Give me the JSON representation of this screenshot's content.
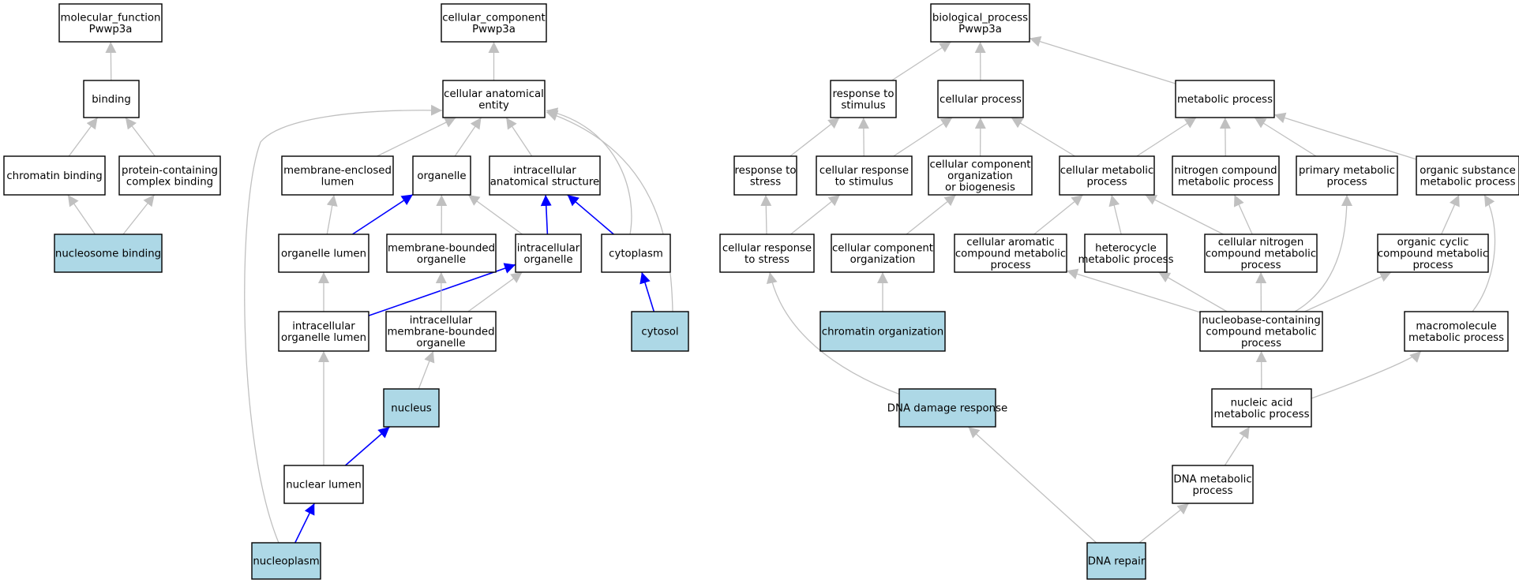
{
  "colors": {
    "highlight_fill": "#add8e6",
    "default_fill": "#ffffff",
    "edge_gray": "#c0c0c0",
    "edge_blue": "#0000ff",
    "border": "#000000"
  },
  "nodes": [
    {
      "id": "mf_root",
      "lines": [
        "molecular_function",
        "Pwwp3a"
      ],
      "highlight": false
    },
    {
      "id": "binding",
      "lines": [
        "binding"
      ],
      "highlight": false
    },
    {
      "id": "chromatin_binding",
      "lines": [
        "chromatin binding"
      ],
      "highlight": false
    },
    {
      "id": "protein_complex_binding",
      "lines": [
        "protein-containing",
        "complex binding"
      ],
      "highlight": false
    },
    {
      "id": "nucleosome_binding",
      "lines": [
        "nucleosome binding"
      ],
      "highlight": true
    },
    {
      "id": "cc_root",
      "lines": [
        "cellular_component",
        "Pwwp3a"
      ],
      "highlight": false
    },
    {
      "id": "cellular_anatomical_entity",
      "lines": [
        "cellular anatomical",
        "entity"
      ],
      "highlight": false
    },
    {
      "id": "membrane_enclosed_lumen",
      "lines": [
        "membrane-enclosed",
        "lumen"
      ],
      "highlight": false
    },
    {
      "id": "organelle",
      "lines": [
        "organelle"
      ],
      "highlight": false
    },
    {
      "id": "intracellular_anatomical_structure",
      "lines": [
        "intracellular",
        "anatomical structure"
      ],
      "highlight": false
    },
    {
      "id": "organelle_lumen",
      "lines": [
        "organelle lumen"
      ],
      "highlight": false
    },
    {
      "id": "membrane_bounded_organelle",
      "lines": [
        "membrane-bounded",
        "organelle"
      ],
      "highlight": false
    },
    {
      "id": "intracellular_organelle",
      "lines": [
        "intracellular",
        "organelle"
      ],
      "highlight": false
    },
    {
      "id": "cytoplasm",
      "lines": [
        "cytoplasm"
      ],
      "highlight": false
    },
    {
      "id": "intracellular_organelle_lumen",
      "lines": [
        "intracellular",
        "organelle lumen"
      ],
      "highlight": false
    },
    {
      "id": "intracellular_membrane_bounded_organelle",
      "lines": [
        "intracellular",
        "membrane-bounded",
        "organelle"
      ],
      "highlight": false
    },
    {
      "id": "cytosol",
      "lines": [
        "cytosol"
      ],
      "highlight": true
    },
    {
      "id": "nucleus",
      "lines": [
        "nucleus"
      ],
      "highlight": true
    },
    {
      "id": "nuclear_lumen",
      "lines": [
        "nuclear lumen"
      ],
      "highlight": false
    },
    {
      "id": "nucleoplasm",
      "lines": [
        "nucleoplasm"
      ],
      "highlight": true
    },
    {
      "id": "bp_root",
      "lines": [
        "biological_process",
        "Pwwp3a"
      ],
      "highlight": false
    },
    {
      "id": "response_to_stimulus",
      "lines": [
        "response to",
        "stimulus"
      ],
      "highlight": false
    },
    {
      "id": "cellular_process",
      "lines": [
        "cellular process"
      ],
      "highlight": false
    },
    {
      "id": "metabolic_process",
      "lines": [
        "metabolic process"
      ],
      "highlight": false
    },
    {
      "id": "response_to_stress",
      "lines": [
        "response to",
        "stress"
      ],
      "highlight": false
    },
    {
      "id": "cellular_response_to_stimulus",
      "lines": [
        "cellular response",
        "to stimulus"
      ],
      "highlight": false
    },
    {
      "id": "cc_organization_biogenesis",
      "lines": [
        "cellular component",
        "organization",
        "or biogenesis"
      ],
      "highlight": false
    },
    {
      "id": "cellular_metabolic_process",
      "lines": [
        "cellular metabolic",
        "process"
      ],
      "highlight": false
    },
    {
      "id": "nitrogen_compound_mp",
      "lines": [
        "nitrogen compound",
        "metabolic process"
      ],
      "highlight": false
    },
    {
      "id": "primary_mp",
      "lines": [
        "primary metabolic",
        "process"
      ],
      "highlight": false
    },
    {
      "id": "organic_substance_mp",
      "lines": [
        "organic substance",
        "metabolic process"
      ],
      "highlight": false
    },
    {
      "id": "cellular_response_to_stress",
      "lines": [
        "cellular response",
        "to stress"
      ],
      "highlight": false
    },
    {
      "id": "cc_organization",
      "lines": [
        "cellular component",
        "organization"
      ],
      "highlight": false
    },
    {
      "id": "cellular_aromatic_mp",
      "lines": [
        "cellular aromatic",
        "compound metabolic",
        "process"
      ],
      "highlight": false
    },
    {
      "id": "heterocycle_mp",
      "lines": [
        "heterocycle",
        "metabolic process"
      ],
      "highlight": false
    },
    {
      "id": "cellular_nitrogen_mp",
      "lines": [
        "cellular nitrogen",
        "compound metabolic",
        "process"
      ],
      "highlight": false
    },
    {
      "id": "organic_cyclic_mp",
      "lines": [
        "organic cyclic",
        "compound metabolic",
        "process"
      ],
      "highlight": false
    },
    {
      "id": "chromatin_organization",
      "lines": [
        "chromatin organization"
      ],
      "highlight": true
    },
    {
      "id": "nucleobase_mp",
      "lines": [
        "nucleobase-containing",
        "compound metabolic",
        "process"
      ],
      "highlight": false
    },
    {
      "id": "macromolecule_mp",
      "lines": [
        "macromolecule",
        "metabolic process"
      ],
      "highlight": false
    },
    {
      "id": "dna_damage_response",
      "lines": [
        "DNA damage response"
      ],
      "highlight": true
    },
    {
      "id": "nucleic_acid_mp",
      "lines": [
        "nucleic acid",
        "metabolic process"
      ],
      "highlight": false
    },
    {
      "id": "dna_mp",
      "lines": [
        "DNA metabolic",
        "process"
      ],
      "highlight": false
    },
    {
      "id": "dna_repair",
      "lines": [
        "DNA repair"
      ],
      "highlight": true
    }
  ],
  "edges": [
    {
      "from": "binding",
      "to": "mf_root",
      "color": "gray"
    },
    {
      "from": "chromatin_binding",
      "to": "binding",
      "color": "gray"
    },
    {
      "from": "protein_complex_binding",
      "to": "binding",
      "color": "gray"
    },
    {
      "from": "nucleosome_binding",
      "to": "chromatin_binding",
      "color": "gray"
    },
    {
      "from": "nucleosome_binding",
      "to": "protein_complex_binding",
      "color": "gray"
    },
    {
      "from": "cellular_anatomical_entity",
      "to": "cc_root",
      "color": "gray"
    },
    {
      "from": "membrane_enclosed_lumen",
      "to": "cellular_anatomical_entity",
      "color": "gray"
    },
    {
      "from": "organelle",
      "to": "cellular_anatomical_entity",
      "color": "gray"
    },
    {
      "from": "intracellular_anatomical_structure",
      "to": "cellular_anatomical_entity",
      "color": "gray"
    },
    {
      "from": "cytoplasm",
      "to": "cellular_anatomical_entity",
      "color": "gray"
    },
    {
      "from": "cytosol",
      "to": "cellular_anatomical_entity",
      "color": "gray"
    },
    {
      "from": "nucleoplasm",
      "to": "cellular_anatomical_entity",
      "color": "gray"
    },
    {
      "from": "organelle_lumen",
      "to": "membrane_enclosed_lumen",
      "color": "gray"
    },
    {
      "from": "organelle_lumen",
      "to": "organelle",
      "color": "blue"
    },
    {
      "from": "membrane_bounded_organelle",
      "to": "organelle",
      "color": "gray"
    },
    {
      "from": "intracellular_organelle",
      "to": "organelle",
      "color": "gray"
    },
    {
      "from": "intracellular_organelle",
      "to": "intracellular_anatomical_structure",
      "color": "blue"
    },
    {
      "from": "cytoplasm",
      "to": "intracellular_anatomical_structure",
      "color": "blue"
    },
    {
      "from": "intracellular_organelle_lumen",
      "to": "organelle_lumen",
      "color": "gray"
    },
    {
      "from": "intracellular_organelle_lumen",
      "to": "intracellular_organelle",
      "color": "blue"
    },
    {
      "from": "intracellular_membrane_bounded_organelle",
      "to": "membrane_bounded_organelle",
      "color": "gray"
    },
    {
      "from": "intracellular_membrane_bounded_organelle",
      "to": "intracellular_organelle",
      "color": "gray"
    },
    {
      "from": "cytosol",
      "to": "cytoplasm",
      "color": "blue"
    },
    {
      "from": "nucleus",
      "to": "intracellular_membrane_bounded_organelle",
      "color": "gray"
    },
    {
      "from": "nuclear_lumen",
      "to": "intracellular_organelle_lumen",
      "color": "gray"
    },
    {
      "from": "nuclear_lumen",
      "to": "nucleus",
      "color": "blue"
    },
    {
      "from": "nucleoplasm",
      "to": "nuclear_lumen",
      "color": "blue"
    },
    {
      "from": "response_to_stimulus",
      "to": "bp_root",
      "color": "gray"
    },
    {
      "from": "cellular_process",
      "to": "bp_root",
      "color": "gray"
    },
    {
      "from": "metabolic_process",
      "to": "bp_root",
      "color": "gray"
    },
    {
      "from": "response_to_stress",
      "to": "response_to_stimulus",
      "color": "gray"
    },
    {
      "from": "cellular_response_to_stimulus",
      "to": "response_to_stimulus",
      "color": "gray"
    },
    {
      "from": "cellular_response_to_stimulus",
      "to": "cellular_process",
      "color": "gray"
    },
    {
      "from": "cc_organization_biogenesis",
      "to": "cellular_process",
      "color": "gray"
    },
    {
      "from": "cellular_metabolic_process",
      "to": "cellular_process",
      "color": "gray"
    },
    {
      "from": "cellular_metabolic_process",
      "to": "metabolic_process",
      "color": "gray"
    },
    {
      "from": "nitrogen_compound_mp",
      "to": "metabolic_process",
      "color": "gray"
    },
    {
      "from": "primary_mp",
      "to": "metabolic_process",
      "color": "gray"
    },
    {
      "from": "organic_substance_mp",
      "to": "metabolic_process",
      "color": "gray"
    },
    {
      "from": "cellular_response_to_stress",
      "to": "response_to_stress",
      "color": "gray"
    },
    {
      "from": "cellular_response_to_stress",
      "to": "cellular_response_to_stimulus",
      "color": "gray"
    },
    {
      "from": "cc_organization",
      "to": "cc_organization_biogenesis",
      "color": "gray"
    },
    {
      "from": "heterocycle_mp",
      "to": "cellular_metabolic_process",
      "color": "gray"
    },
    {
      "from": "cellular_nitrogen_mp",
      "to": "cellular_metabolic_process",
      "color": "gray"
    },
    {
      "from": "cellular_aromatic_mp",
      "to": "cellular_metabolic_process",
      "color": "gray"
    },
    {
      "from": "cellular_nitrogen_mp",
      "to": "nitrogen_compound_mp",
      "color": "gray"
    },
    {
      "from": "organic_cyclic_mp",
      "to": "organic_substance_mp",
      "color": "gray"
    },
    {
      "from": "chromatin_organization",
      "to": "cc_organization",
      "color": "gray"
    },
    {
      "from": "nucleobase_mp",
      "to": "cellular_aromatic_mp",
      "color": "gray"
    },
    {
      "from": "nucleobase_mp",
      "to": "heterocycle_mp",
      "color": "gray"
    },
    {
      "from": "nucleobase_mp",
      "to": "cellular_nitrogen_mp",
      "color": "gray"
    },
    {
      "from": "nucleobase_mp",
      "to": "organic_cyclic_mp",
      "color": "gray"
    },
    {
      "from": "nucleobase_mp",
      "to": "primary_mp",
      "color": "gray"
    },
    {
      "from": "macromolecule_mp",
      "to": "organic_substance_mp",
      "color": "gray"
    },
    {
      "from": "dna_damage_response",
      "to": "cellular_response_to_stress",
      "color": "gray"
    },
    {
      "from": "nucleic_acid_mp",
      "to": "nucleobase_mp",
      "color": "gray"
    },
    {
      "from": "nucleic_acid_mp",
      "to": "macromolecule_mp",
      "color": "gray"
    },
    {
      "from": "dna_mp",
      "to": "nucleic_acid_mp",
      "color": "gray"
    },
    {
      "from": "dna_repair",
      "to": "dna_damage_response",
      "color": "gray"
    },
    {
      "from": "dna_repair",
      "to": "dna_mp",
      "color": "gray"
    }
  ]
}
